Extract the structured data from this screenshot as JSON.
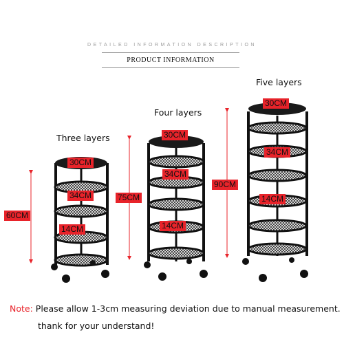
{
  "header": {
    "subtitle": "DETAILED INFORMATION DESCRIPTION",
    "title": "PRODUCT INFORMATION"
  },
  "racks": [
    {
      "title": "Three layers",
      "top_label": "30CM",
      "mid_label": "34CM",
      "bottom_label": "14CM",
      "height_label": "60CM"
    },
    {
      "title": "Four layers",
      "top_label": "30CM",
      "mid_label": "34CM",
      "bottom_label": "14CM",
      "height_label": "75CM"
    },
    {
      "title": "Five layers",
      "top_label": "30CM",
      "mid_label": "34CM",
      "bottom_label": "14CM",
      "height_label": "90CM"
    }
  ],
  "note": {
    "prefix": "Note:",
    "line1": " Please allow 1-3cm measuring deviation due to manual measurement.",
    "line2": "thank for your understand!"
  },
  "colors": {
    "accent": "#e8232a",
    "frame": "#111111"
  }
}
